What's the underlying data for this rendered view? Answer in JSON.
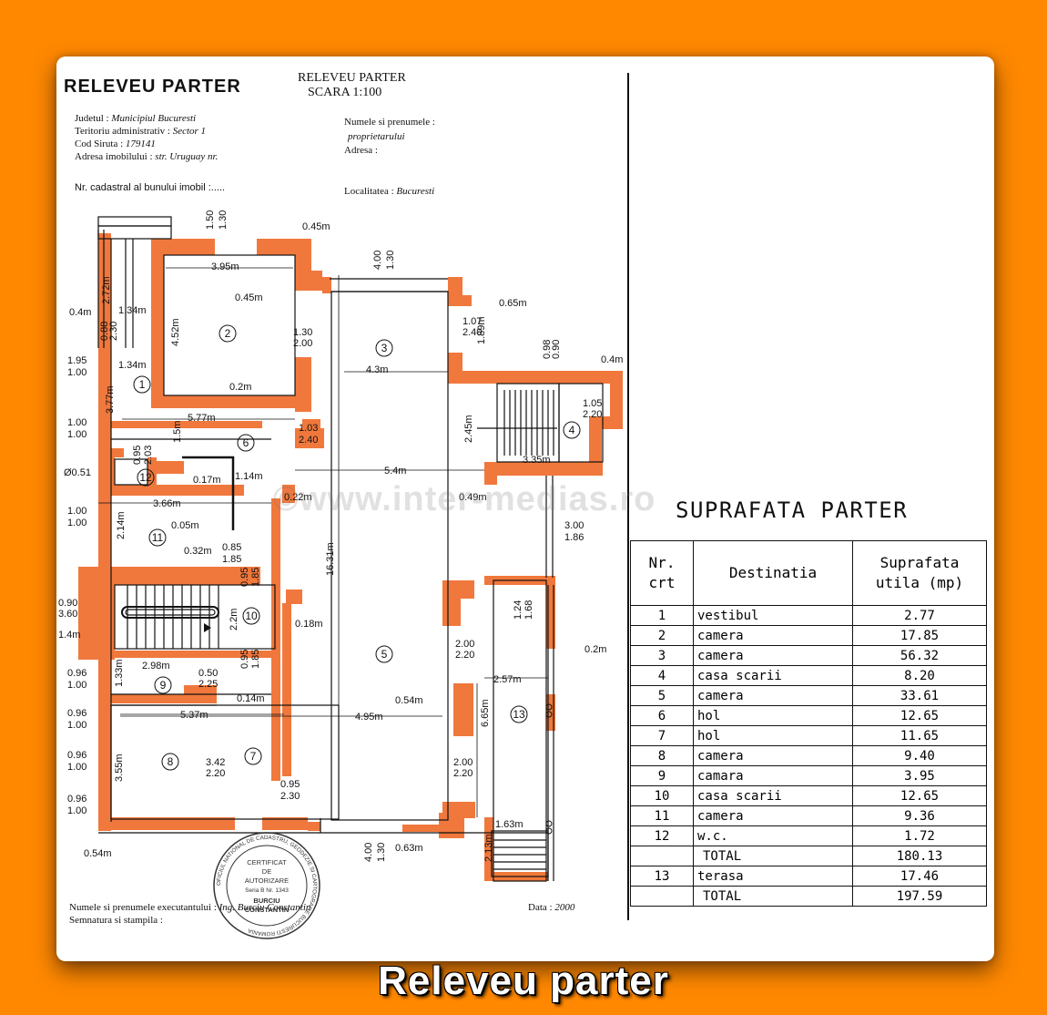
{
  "header": {
    "title": "RELEVEU PARTER",
    "title_small": "RELEVEU PARTER",
    "scale": "SCARA 1:100"
  },
  "meta": {
    "judet_label": "Judetul :",
    "judet_value": "Municipiul Bucuresti",
    "teritoriu_label": "Teritoriu administrativ :",
    "teritoriu_value": "Sector 1",
    "cod_label": "Cod Siruta :",
    "cod_value": "179141",
    "adresa_label": "Adresa imobilului :",
    "adresa_value": "str. Uruguay nr.",
    "cadastral_label": "Nr. cadastral al bunului imobil :.....",
    "owner_label": "Numele si prenumele :",
    "owner_sub": "proprietarului",
    "owner_adresa": "Adresa :",
    "localitate_label": "Localitatea :",
    "localitate_value": "Bucuresti",
    "executant_label": "Numele si prenumele executantului :",
    "executant_value": "Ing. Burciu Constantin",
    "semnatura_label": "Semnatura si stampila :",
    "data_label": "Data :",
    "data_value": "2000"
  },
  "plan": {
    "rooms": [
      "1",
      "2",
      "3",
      "4",
      "5",
      "6",
      "7",
      "8",
      "9",
      "10",
      "11",
      "12",
      "13"
    ],
    "dims": [
      "1.50",
      "1.30",
      "0.45m",
      "3.95m",
      "0.45m",
      "4.00",
      "1.30",
      "0.65m",
      "2.72m",
      "1.34m",
      "0.4m",
      "0.88",
      "2.30",
      "4.52m",
      "1.30",
      "2.00",
      "1.07",
      "2.40",
      "1.89m",
      "1.95",
      "1.00",
      "1.34m",
      "4.3m",
      "0.98",
      "0.90",
      "0.4m",
      "3.77m",
      "0.2m",
      "1.05",
      "2.20",
      "1.00",
      "1.00",
      "5.77m",
      "1.03",
      "2.40",
      "2.45m",
      "1.5m",
      "0.95",
      "2.03",
      "3.35m",
      "Ø0.51",
      "0.17m",
      "1.14m",
      "5.4m",
      "1.00",
      "1.00",
      "3.66m",
      "0.22m",
      "0.49m",
      "0.05m",
      "2.14m",
      "3.00",
      "1.86",
      "0.32m",
      "0.85",
      "1.85",
      "16.31m",
      "0.95",
      "1.85",
      "1.24",
      "1.68",
      "0.90",
      "3.60",
      "2.2m",
      "1.4m",
      "0.18m",
      "2.00",
      "2.20",
      "0.2m",
      "0.96",
      "1.00",
      "2.98m",
      "0.50",
      "2.25",
      "0.95",
      "1.85",
      "1.33m",
      "2.57m",
      "0.14m",
      "0.54m",
      "0.96",
      "1.00",
      "5.37m",
      "4.95m",
      "6.65m",
      "0.96",
      "1.00",
      "3.55m",
      "3.42",
      "2.20",
      "2.00",
      "2.20",
      "0.96",
      "1.00",
      "0.95",
      "2.30",
      "1.63m",
      "0.54m",
      "4.00",
      "1.30",
      "0.63m",
      "2.13m"
    ]
  },
  "watermark": "©www.inter-medias.ro",
  "table": {
    "title": "SUPRAFATA PARTER",
    "headers": [
      "Nr. crt",
      "Destinatia",
      "Suprafata utila (mp)"
    ],
    "rows": [
      {
        "nr": "1",
        "dest": "vestibul",
        "area": "2.77"
      },
      {
        "nr": "2",
        "dest": "camera",
        "area": "17.85"
      },
      {
        "nr": "3",
        "dest": "camera",
        "area": "56.32"
      },
      {
        "nr": "4",
        "dest": "casa scarii",
        "area": "8.20"
      },
      {
        "nr": "5",
        "dest": "camera",
        "area": "33.61"
      },
      {
        "nr": "6",
        "dest": "hol",
        "area": "12.65"
      },
      {
        "nr": "7",
        "dest": "hol",
        "area": "11.65"
      },
      {
        "nr": "8",
        "dest": "camera",
        "area": "9.40"
      },
      {
        "nr": "9",
        "dest": "camara",
        "area": "3.95"
      },
      {
        "nr": "10",
        "dest": "casa scarii",
        "area": "12.65"
      },
      {
        "nr": "11",
        "dest": "camera",
        "area": "9.36"
      },
      {
        "nr": "12",
        "dest": "w.c.",
        "area": "1.72"
      }
    ],
    "total1_label": "TOTAL",
    "total1_value": "180.13",
    "extra_row": {
      "nr": "13",
      "dest": "terasa",
      "area": "17.46"
    },
    "total2_label": "TOTAL",
    "total2_value": "197.59"
  },
  "stamp": {
    "ring_text": "OFICIUL NATIONAL DE CADASTRU, GEODEZIE SI CARTOGRAFIE BUCURESTI ROMANIA",
    "line1": "CERTIFICAT",
    "line2": "DE",
    "line3": "AUTORIZARE",
    "line4": "Seria B Nr. 1343",
    "line5": "BURCIU",
    "line6": "CONSTANTIN"
  },
  "caption": "Releveu  parter",
  "colors": {
    "frame": "#ff8800",
    "walls": "#f0783c",
    "paper": "#ffffff"
  }
}
